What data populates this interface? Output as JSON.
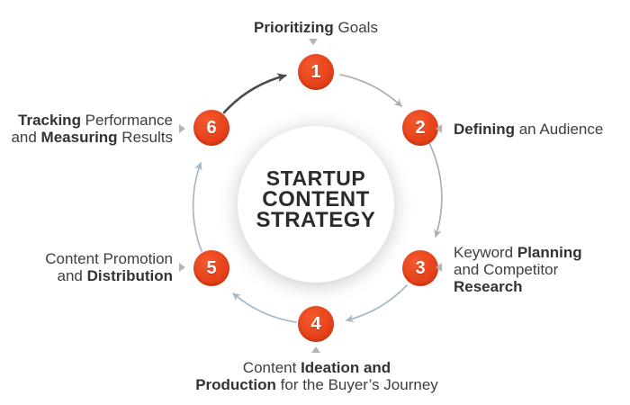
{
  "center": {
    "line1": "STARTUP",
    "line2": "CONTENT",
    "line3": "STRATEGY"
  },
  "colors": {
    "node_orange": "#e8431c",
    "node_orange_dark": "#d83a10",
    "arrow_dark": "#4a4a4a",
    "arrow_gray": "#aeaeae",
    "arrow_blue": "#a2b9c8",
    "label_text": "#3e3e3e",
    "pointer_gray": "#b5b5b5"
  },
  "steps": [
    {
      "number": "1",
      "lines": [
        [
          {
            "t": "Prioritizing ",
            "b": true
          },
          {
            "t": "Goals",
            "b": false
          }
        ]
      ]
    },
    {
      "number": "2",
      "lines": [
        [
          {
            "t": "Defining ",
            "b": true
          },
          {
            "t": "an Audience",
            "b": false
          }
        ]
      ]
    },
    {
      "number": "3",
      "lines": [
        [
          {
            "t": "Keyword ",
            "b": false
          },
          {
            "t": "Planning",
            "b": true
          }
        ],
        [
          {
            "t": "and Competitor",
            "b": false
          }
        ],
        [
          {
            "t": "Research",
            "b": true
          }
        ]
      ]
    },
    {
      "number": "4",
      "lines": [
        [
          {
            "t": "Content ",
            "b": false
          },
          {
            "t": "Ideation and",
            "b": true
          }
        ],
        [
          {
            "t": "Production",
            "b": true
          },
          {
            "t": " for the Buyer’s Journey",
            "b": false
          }
        ]
      ]
    },
    {
      "number": "5",
      "lines": [
        [
          {
            "t": "Content Promotion",
            "b": false
          }
        ],
        [
          {
            "t": "and ",
            "b": false
          },
          {
            "t": "Distribution",
            "b": true
          }
        ]
      ]
    },
    {
      "number": "6",
      "lines": [
        [
          {
            "t": "Tracking",
            "b": true
          },
          {
            "t": " Performance",
            "b": false
          }
        ],
        [
          {
            "t": "and ",
            "b": false
          },
          {
            "t": "Measuring",
            "b": true
          },
          {
            "t": " Results",
            "b": false
          }
        ]
      ]
    }
  ]
}
